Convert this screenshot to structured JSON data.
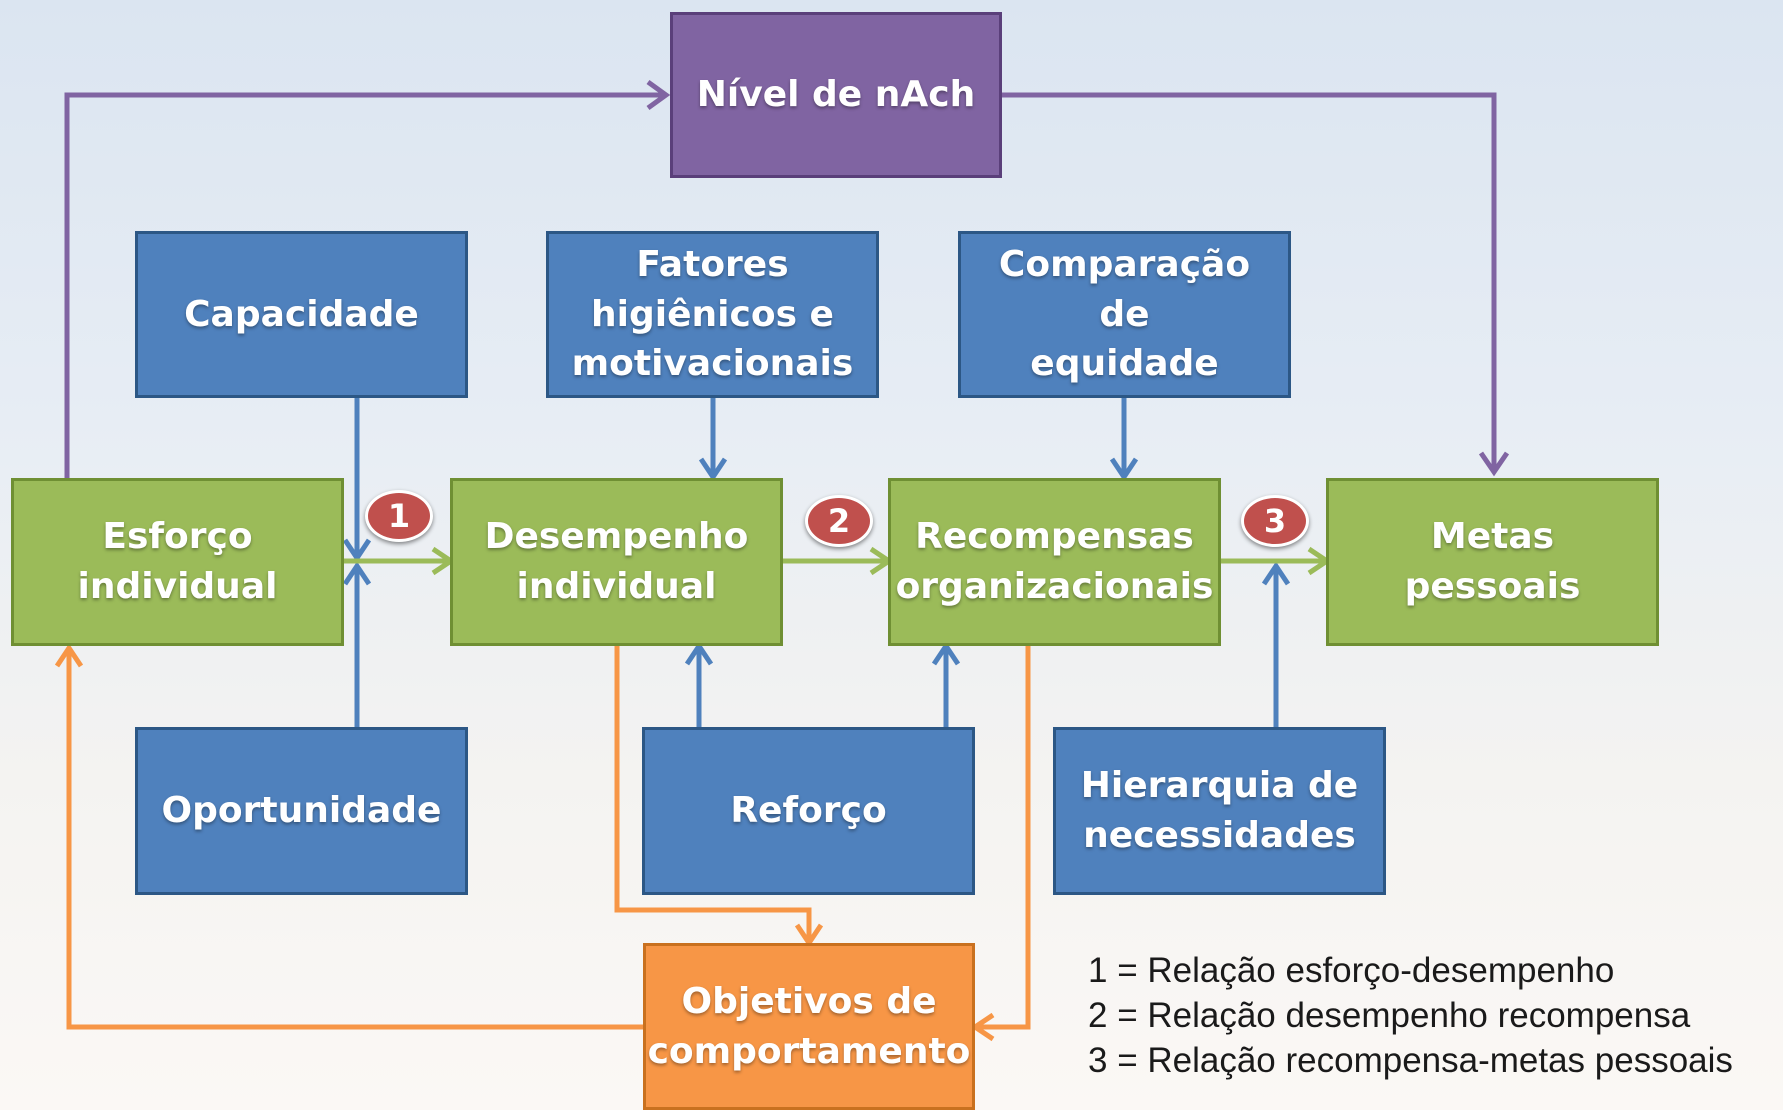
{
  "nodes": {
    "nach": "Nível de nAch",
    "capacidade": "Capacidade",
    "fatores": "Fatores\nhigiênicos e\nmotivacionais",
    "comparacao": "Comparação de\nequidade",
    "esforco": "Esforço\nindividual",
    "desempenho": "Desempenho\nindividual",
    "recompensas": "Recompensas\norganizacionais",
    "metas": "Metas pessoais",
    "oportunidade": "Oportunidade",
    "reforco": "Reforço",
    "hierarquia": "Hierarquia de\nnecessidades",
    "objetivos": "Objetivos de\ncomportamento"
  },
  "badges": [
    "1",
    "2",
    "3"
  ],
  "legend": [
    "1 = Relação esforço-desempenho",
    "2 = Relação desempenho recompensa",
    "3 = Relação recompensa-metas pessoais"
  ],
  "colors": {
    "purple": "#8064a2",
    "blue": "#4f81bd",
    "green": "#9bbb59",
    "orange": "#f79646",
    "badge": "#c0504d"
  }
}
